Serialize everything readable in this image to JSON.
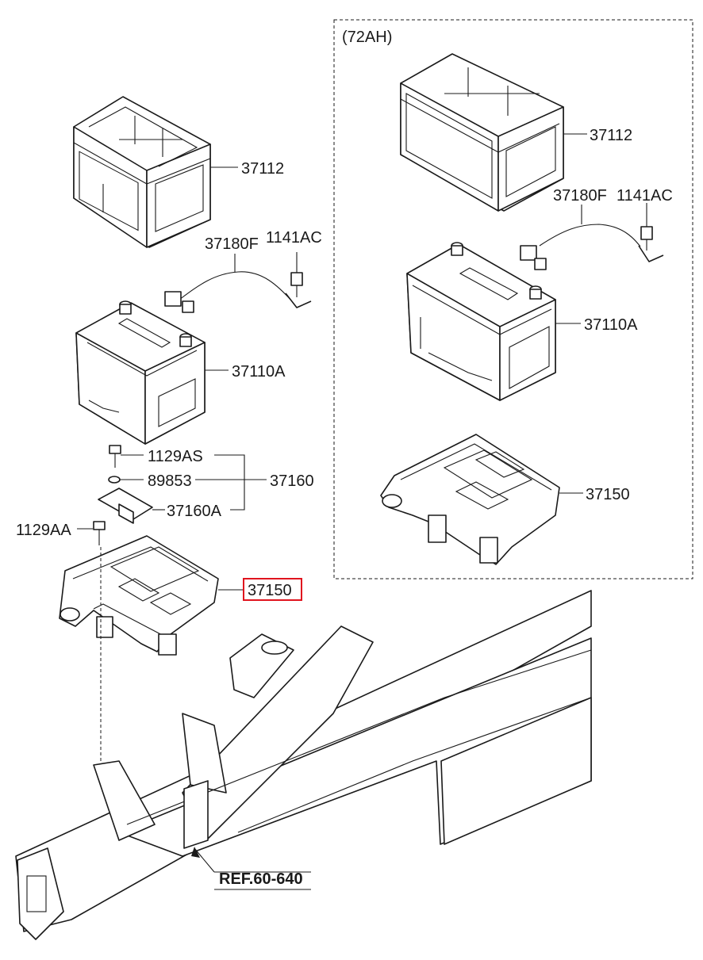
{
  "colors": {
    "line": "#1a1a1a",
    "background": "#ffffff",
    "highlight": "#e0141e"
  },
  "group_label": "(72AH)",
  "callouts": {
    "tray_cover_left": "37112",
    "cable_left": "37180F",
    "bolt_cable_left": "1141AC",
    "battery_left": "37110A",
    "bolt_1129as": "1129AS",
    "washer": "89853",
    "clamp_assy": "37160",
    "clamp": "37160A",
    "bolt_1129aa": "1129AA",
    "tray_left_highlighted": "37150",
    "tray_cover_right": "37112",
    "cable_right": "37180F",
    "bolt_cable_right": "1141AC",
    "battery_right": "37110A",
    "tray_right": "37150",
    "reference": "REF.60-640"
  }
}
